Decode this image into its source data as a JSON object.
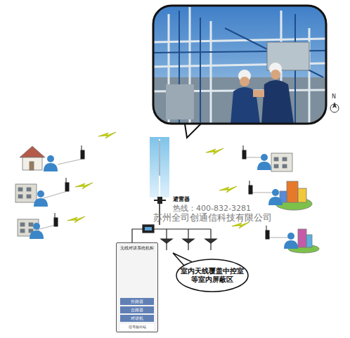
{
  "diagram": {
    "nodes": [
      {
        "text": [
          "无线对讲系统机柜"
        ]
      },
      {
        "text": [
          "分路器"
        ],
        "in": 0
      },
      {
        "text": [
          "合路器"
        ],
        "in": 0
      },
      {
        "text": [
          "对讲机"
        ],
        "in": 0
      },
      {
        "text": [
          "信号输出端"
        ],
        "in": 0
      },
      {
        "text": [
          "室内天线覆盖中控室 等室内屏蔽区"
        ]
      }
    ],
    "labels": [
      "N",
      "避雷器",
      "热线：400-832-3281",
      "苏州全司创通信科技有限公司"
    ]
  }
}
